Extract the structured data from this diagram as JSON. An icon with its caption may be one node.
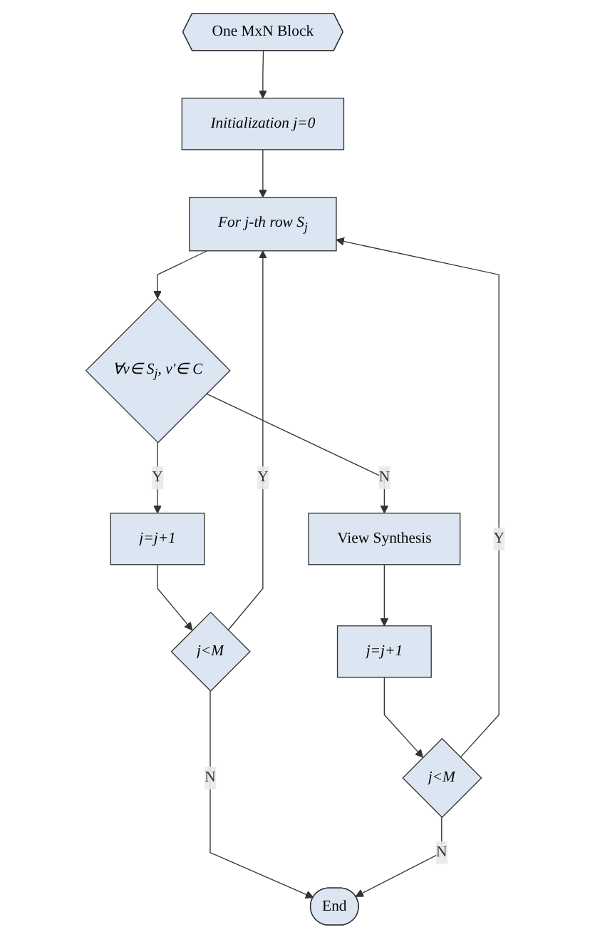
{
  "diagram": {
    "nodes": [
      {
        "text": [
          "One MxN Block"
        ]
      },
      {
        "text": [
          "Initialization j=0"
        ]
      },
      {
        "text": [
          "For j-th row S$_{j}$"
        ]
      },
      {
        "text": [
          "∀v∈ S$_{j}$, v'∈ C"
        ]
      },
      {
        "text": [
          "j=j+1"
        ]
      },
      {
        "text": [
          "View Synthesis"
        ]
      },
      {
        "text": [
          "j=j+1"
        ]
      },
      {
        "text": [
          "j<M"
        ]
      },
      {
        "text": [
          "j<M"
        ]
      },
      {
        "text": [
          "End"
        ]
      }
    ],
    "edges": [
      {
        "from": 0,
        "to": 1,
        "arrow": "to"
      },
      {
        "from": 1,
        "to": 2,
        "arrow": "to"
      },
      {
        "from": 2,
        "to": 3,
        "arrow": "to"
      },
      {
        "from": 3,
        "to": 4,
        "arrow": "to",
        "label": "Y"
      },
      {
        "from": 3,
        "to": 5,
        "arrow": "to",
        "label": "N"
      },
      {
        "from": 4,
        "to": 7,
        "arrow": "to"
      },
      {
        "from": 5,
        "to": 6,
        "arrow": "to"
      },
      {
        "from": 6,
        "to": 8,
        "arrow": "to"
      },
      {
        "from": 7,
        "to": 2,
        "arrow": "to",
        "label": "Y"
      },
      {
        "from": 8,
        "to": 2,
        "arrow": "to",
        "label": "Y"
      },
      {
        "from": 7,
        "to": 9,
        "arrow": "to",
        "label": "N"
      },
      {
        "from": 8,
        "to": 9,
        "arrow": "to",
        "label": "N"
      }
    ]
  }
}
